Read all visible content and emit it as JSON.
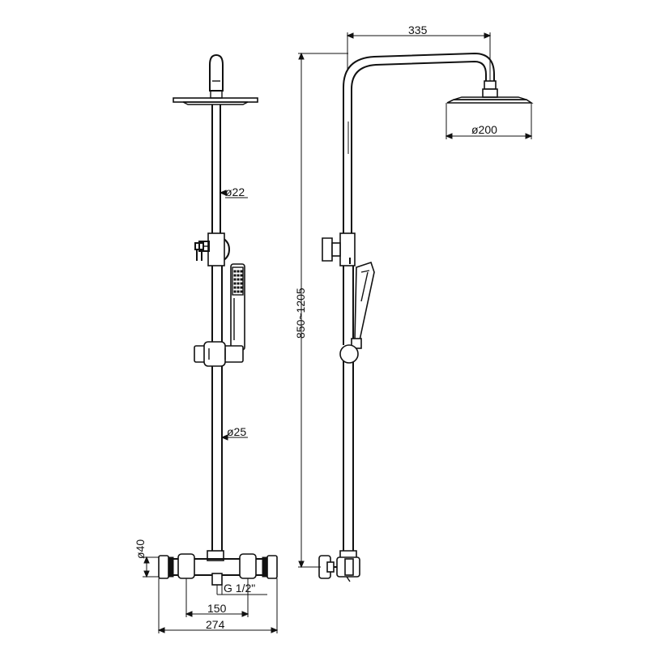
{
  "dimensions": {
    "head_width": "335",
    "head_diameter": "ø200",
    "upper_pipe": "ø22",
    "lower_pipe": "ø25",
    "height_range": "850~1205",
    "inlet_diameter": "ø40",
    "thread": "G 1/2\"",
    "centers": "150",
    "overall_width": "274"
  }
}
